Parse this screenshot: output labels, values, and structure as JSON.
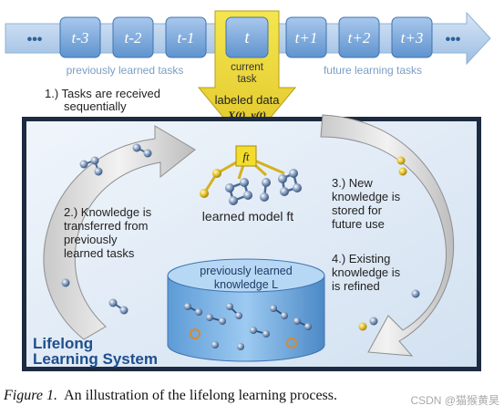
{
  "timeline": {
    "ellipsis_left": "•••",
    "ellipsis_right": "•••",
    "past_boxes": [
      "t-3",
      "t-2",
      "t-1"
    ],
    "current_box": "t",
    "future_boxes": [
      "t+1",
      "t+2",
      "t+3"
    ],
    "previously_label": "previously learned tasks",
    "future_label": "future learning tasks",
    "current_label_1": "current",
    "current_label_2": "task"
  },
  "arrow_down": {
    "label": "labeled data",
    "formula": "X(t), y(t)"
  },
  "steps": {
    "step1_line1": "1.) Tasks are received",
    "step1_line2": "sequentially",
    "step2": [
      "2.) Knowledge is",
      "transferred from",
      "previously",
      "learned tasks"
    ],
    "step3": [
      "3.) New",
      "knowledge is",
      "stored for",
      "future use"
    ],
    "step4": [
      "4.) Existing",
      "knowledge is",
      "is refined"
    ]
  },
  "model": {
    "f_badge": "ft",
    "label": "learned model ft"
  },
  "knowledge_base": {
    "line1": "previously learned",
    "line2": "knowledge L"
  },
  "system_title": [
    "Lifelong",
    "Learning System"
  ],
  "caption": {
    "figure_label": "Figure 1.",
    "text": "An illustration of the lifelong learning process."
  },
  "watermark": "CSDN @猫猴黄昊",
  "colors": {
    "timeline_blue": "#6fa3d9",
    "current_yellow": "#f1dc3a",
    "panel_bg": "#dde8f4",
    "title_blue": "#1f4e8c"
  }
}
